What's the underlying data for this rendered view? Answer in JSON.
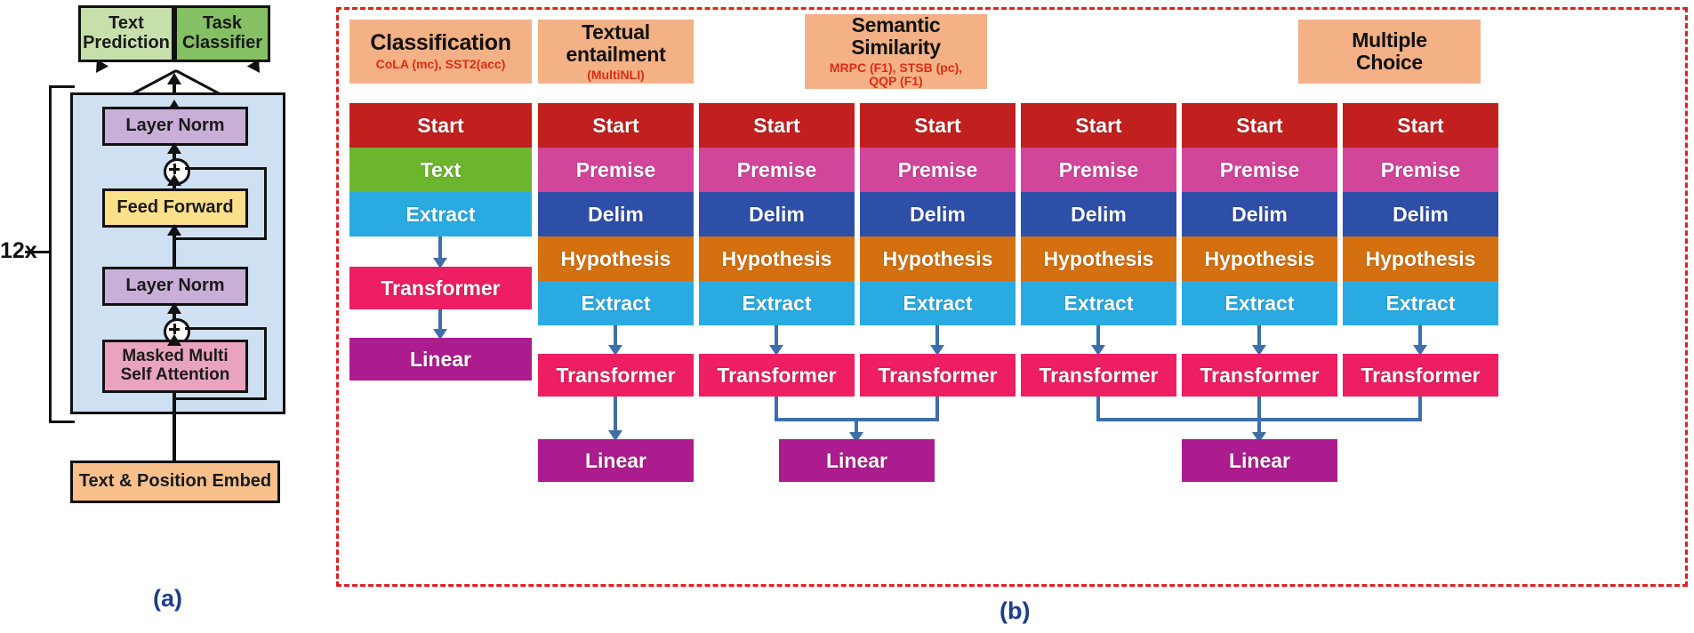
{
  "figure": {
    "panel_a_label": "(a)",
    "panel_b_label": "(b)",
    "repeat_label": "12x"
  },
  "panel_a": {
    "heads": [
      {
        "label": "Text\nPrediction",
        "line1": "Text",
        "line2": "Prediction",
        "color": "#c7e0ab"
      },
      {
        "label": "Task\nClassifier",
        "line1": "Task",
        "line2": "Classifier",
        "color": "#86c065"
      }
    ],
    "blocks": [
      {
        "label": "Layer Norm",
        "color": "#c9aed8"
      },
      {
        "label": "Feed Forward",
        "color": "#fbe08a"
      },
      {
        "label": "Layer Norm",
        "color": "#c9aed8"
      },
      {
        "line1": "Masked Multi",
        "line2": "Self Attention",
        "color": "#e8a4be"
      }
    ],
    "embed": {
      "label": "Text & Position Embed",
      "color": "#f8c08b"
    },
    "residual_symbol": "+"
  },
  "panel_b": {
    "headers": [
      {
        "title": "Classification",
        "datasets": "CoLA (mc), SST2(acc)"
      },
      {
        "title_line1": "Textual",
        "title_line2": "entailment",
        "datasets": "(MultiNLI)"
      },
      {
        "title_line1": "Semantic",
        "title_line2": "Similarity",
        "datasets_line1": "MRPC (F1), STSB (pc),",
        "datasets_line2": "QQP (F1)"
      },
      {
        "title_line1": "Multiple",
        "title_line2": "Choice",
        "datasets": ""
      }
    ],
    "tokens": {
      "start": "Start",
      "text": "Text",
      "extract": "Extract",
      "premise": "Premise",
      "delim": "Delim",
      "hypothesis": "Hypothesis",
      "transformer": "Transformer",
      "linear": "Linear"
    },
    "columns": [
      {
        "task": "classification",
        "stack": [
          "Start",
          "Text",
          "Extract"
        ],
        "transformer": "Transformer",
        "linear": "Linear"
      },
      {
        "task": "textual-entailment",
        "stack": [
          "Start",
          "Premise",
          "Delim",
          "Hypothesis",
          "Extract"
        ],
        "transformer": "Transformer",
        "linear": "Linear"
      },
      {
        "task": "semantic-similarity-a",
        "stack": [
          "Start",
          "Premise",
          "Delim",
          "Hypothesis",
          "Extract"
        ],
        "transformer": "Transformer",
        "linear": null
      },
      {
        "task": "semantic-similarity-b",
        "stack": [
          "Start",
          "Premise",
          "Delim",
          "Hypothesis",
          "Extract"
        ],
        "transformer": "Transformer",
        "linear": null
      },
      {
        "task": "multiple-choice-a",
        "stack": [
          "Start",
          "Premise",
          "Delim",
          "Hypothesis",
          "Extract"
        ],
        "transformer": "Transformer",
        "linear": null
      },
      {
        "task": "multiple-choice-b",
        "stack": [
          "Start",
          "Premise",
          "Delim",
          "Hypothesis",
          "Extract"
        ],
        "transformer": "Transformer",
        "linear": null
      },
      {
        "task": "multiple-choice-c",
        "stack": [
          "Start",
          "Premise",
          "Delim",
          "Hypothesis",
          "Extract"
        ],
        "transformer": "Transformer",
        "linear": "Linear"
      }
    ]
  },
  "colors": {
    "start": "#c1201e",
    "text": "#6cb52d",
    "extract": "#29abe2",
    "premise": "#d1459b",
    "delim": "#2e4fa8",
    "hypothesis": "#d4700f",
    "transformer": "#ed1e62",
    "linear": "#ad1c8e",
    "header": "#f3b185",
    "dataset_text": "#e02b16",
    "arrow": "#3f6ea8",
    "panel_border": "#e02020",
    "label": "#1f3c88"
  }
}
